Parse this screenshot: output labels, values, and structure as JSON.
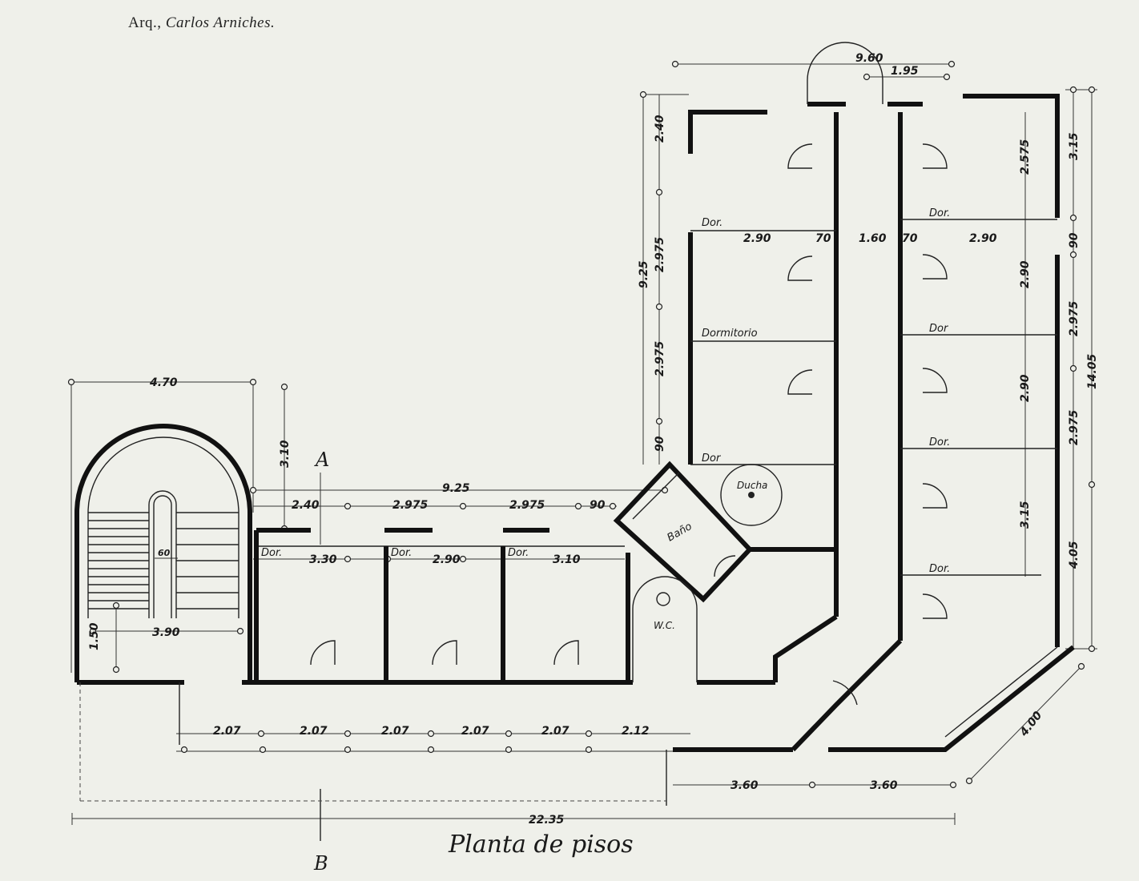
{
  "header": {
    "author_prefix": "Arq.,",
    "author_name": "Carlos Arniches."
  },
  "title": "Planta de pisos",
  "section_marks": {
    "a": "A",
    "b": "B"
  },
  "rooms": {
    "dor": "Dor",
    "dor_dot": "Dor.",
    "dormitorio": "Dormitorio",
    "bano": "Baño",
    "ducha": "Ducha",
    "wc": "W.C."
  },
  "dimensions": {
    "top_width": "9.60",
    "top_door": "1.95",
    "left_h1": "2.40",
    "left_h2": "2.975",
    "left_h3": "2.975",
    "left_total": "9.25",
    "left_small": "90",
    "row_290_a": "2.90",
    "row_70_a": "70",
    "row_160": "1.60",
    "row_70_b": "70",
    "row_290_b": "2.90",
    "right_2575": "2.575",
    "right_290_a": "2.90",
    "right_290_b": "2.90",
    "right_315": "3.15",
    "far_315": "3.15",
    "far_90": "90",
    "far_2975_a": "2.975",
    "far_2975_b": "2.975",
    "far_1405": "14.05",
    "far_405": "4.05",
    "stair_width": "4.70",
    "stair_310": "3.10",
    "wing_925": "9.25",
    "wing_240": "2.40",
    "wing_2975_a": "2.975",
    "wing_2975_b": "2.975",
    "wing_90": "90",
    "room_330": "3.30",
    "room_290": "2.90",
    "room_310": "3.10",
    "stair_60": "60",
    "stair_390": "3.90",
    "stair_150": "1.50",
    "terr_1": "2.07",
    "terr_2": "2.07",
    "terr_3": "2.07",
    "terr_4": "2.07",
    "terr_5": "2.07",
    "terr_6": "2.12",
    "bottom_360_a": "3.60",
    "bottom_360_b": "3.60",
    "diag_400": "4.00",
    "total_2235": "22.35"
  }
}
